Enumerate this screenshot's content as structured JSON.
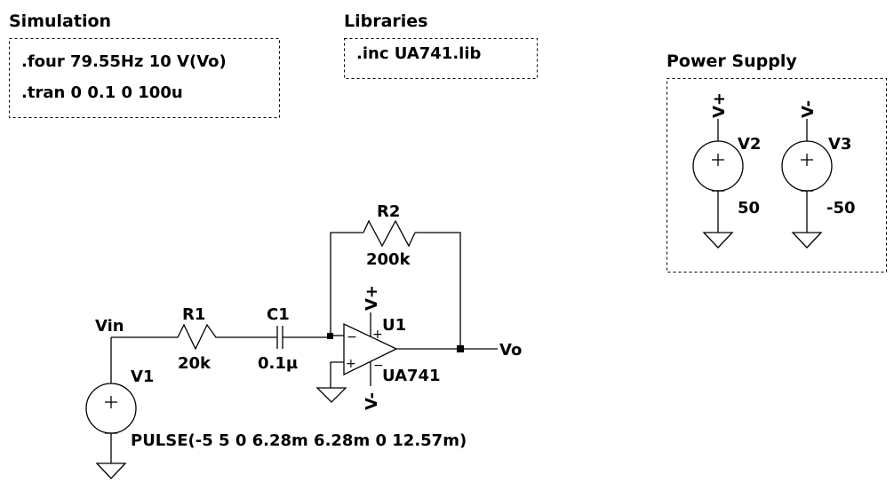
{
  "simulation": {
    "title": "Simulation",
    "lines": [
      ".four 79.55Hz 10 V(Vo)",
      ".tran 0 0.1 0 100u"
    ]
  },
  "libraries": {
    "title": "Libraries",
    "lines": [
      ".inc UA741.lib"
    ]
  },
  "power_supply": {
    "title": "Power Supply",
    "sources": [
      {
        "name": "V2",
        "value": "50",
        "net": "V+"
      },
      {
        "name": "V3",
        "value": "-50",
        "net": "V-"
      }
    ]
  },
  "circuit": {
    "v1": {
      "name": "V1",
      "value": "PULSE(-5 5 0 6.28m 6.28m 0 12.57m)",
      "net": "Vin"
    },
    "r1": {
      "name": "R1",
      "value": "20k"
    },
    "c1": {
      "name": "C1",
      "value": "0.1µ"
    },
    "r2": {
      "name": "R2",
      "value": "200k"
    },
    "u1": {
      "name": "U1",
      "model": "UA741",
      "vpos": "V+",
      "vneg": "V-",
      "plus": "+",
      "minus": "−"
    },
    "output_net": "Vo"
  }
}
